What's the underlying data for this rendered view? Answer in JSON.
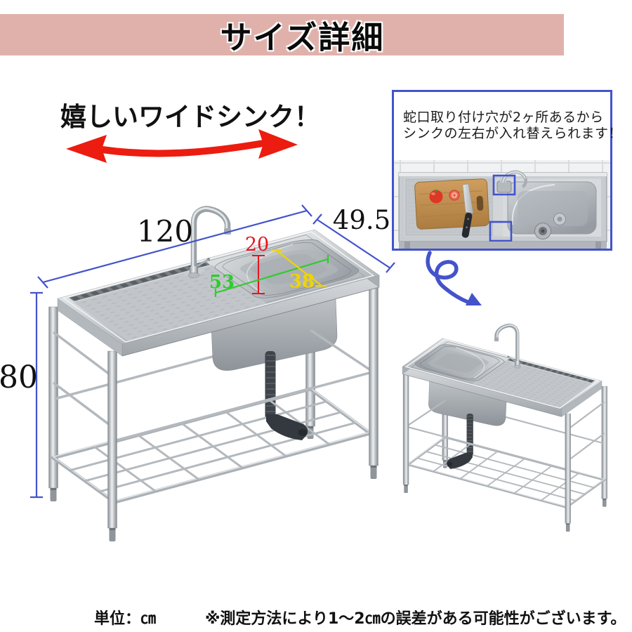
{
  "banner": {
    "title": "サイズ詳細",
    "bg_color": "#e0b1ab"
  },
  "headline": {
    "text": "嬉しいワイドシンク！",
    "arrow_color": "#ec1c10"
  },
  "main_diagram": {
    "unit_width_cm": "120",
    "unit_depth_cm": "49.5",
    "unit_height_cm": "80",
    "sink_depth_cm": "20",
    "sink_length_cm": "53",
    "sink_width_cm": "38",
    "dimension_line_color": "#4353cb",
    "sink_depth_color": "#e8151e",
    "sink_length_color": "#2ecc2e",
    "sink_width_color": "#f0d400"
  },
  "callout": {
    "line1": "蛇口取り付け穴が2ヶ所あるから",
    "line2": "シンクの左右が入れ替えられます！",
    "border_color": "#4353cb"
  },
  "footer": {
    "unit_label": "単位：㎝",
    "tolerance_note": "※測定方法により1～2㎝の誤差がある可能性がございます。"
  }
}
